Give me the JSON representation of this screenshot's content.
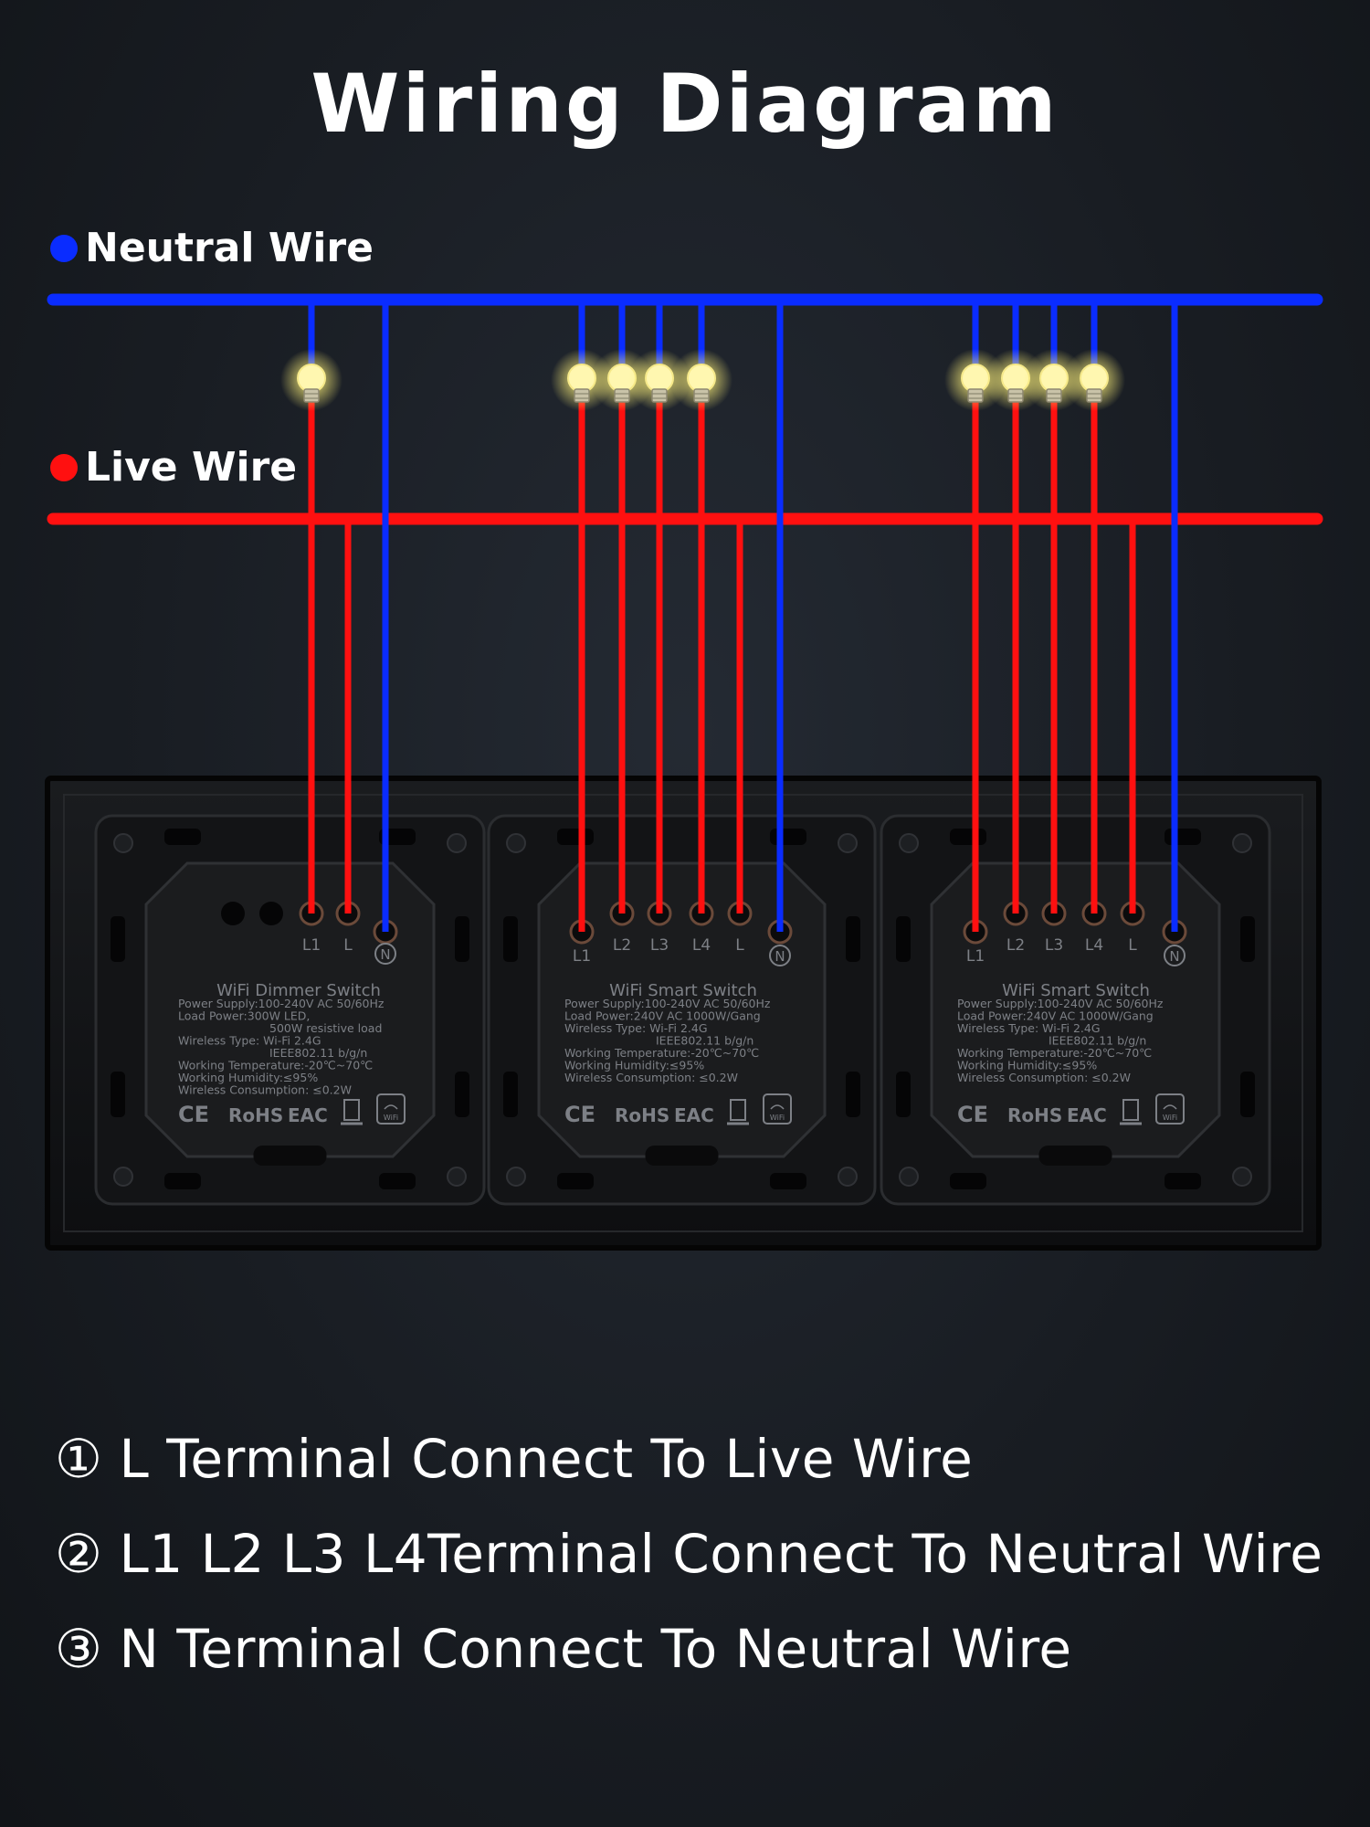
{
  "title": "Wiring Diagram",
  "legend": {
    "neutral": {
      "label": "Neutral Wire",
      "color": "#0a2cff"
    },
    "live": {
      "label": "Live Wire",
      "color": "#ff1010"
    }
  },
  "colors": {
    "neutral": "#0a2cff",
    "live": "#ff1010",
    "bulb": "#fff7b0"
  },
  "modules": [
    {
      "name": "WiFi Dimmer Switch",
      "terminals": [
        "L1",
        "L",
        "N"
      ],
      "specs": [
        "Power Supply:100-240V AC 50/60Hz",
        "Load Power:300W LED,",
        "500W resistive load",
        "Wireless Type: Wi-Fi 2.4G",
        "IEEE802.11 b/g/n",
        "Working Temperature:-20℃~70℃",
        "Working Humidity:≤95%",
        "Wireless Consumption: ≤0.2W"
      ],
      "marks": [
        "CE",
        "RoHS",
        "EAC"
      ],
      "wifi_badge": "WiFi"
    },
    {
      "name": "WiFi Smart Switch",
      "terminals": [
        "L1",
        "L2",
        "L3",
        "L4",
        "L",
        "N"
      ],
      "specs": [
        "Power Supply:100-240V AC 50/60Hz",
        "Load Power:240V AC 1000W/Gang",
        "Wireless Type: Wi-Fi 2.4G",
        "IEEE802.11 b/g/n",
        "Working Temperature:-20℃~70℃",
        "Working Humidity:≤95%",
        "Wireless Consumption: ≤0.2W"
      ],
      "marks": [
        "CE",
        "RoHS",
        "EAC"
      ],
      "wifi_badge": "WiFi"
    },
    {
      "name": "WiFi Smart Switch",
      "terminals": [
        "L1",
        "L2",
        "L3",
        "L4",
        "L",
        "N"
      ],
      "specs": [
        "Power Supply:100-240V AC 50/60Hz",
        "Load Power:240V AC 1000W/Gang",
        "Wireless Type: Wi-Fi 2.4G",
        "IEEE802.11 b/g/n",
        "Working Temperature:-20℃~70℃",
        "Working Humidity:≤95%",
        "Wireless Consumption: ≤0.2W"
      ],
      "marks": [
        "CE",
        "RoHS",
        "EAC"
      ],
      "wifi_badge": "WiFi"
    }
  ],
  "notes": [
    {
      "num": "①",
      "text": "L Terminal Connect To Live Wire"
    },
    {
      "num": "②",
      "text": "L1 L2 L3 L4Terminal Connect To Neutral Wire"
    },
    {
      "num": "③",
      "text": "N Terminal Connect To Neutral Wire"
    }
  ]
}
